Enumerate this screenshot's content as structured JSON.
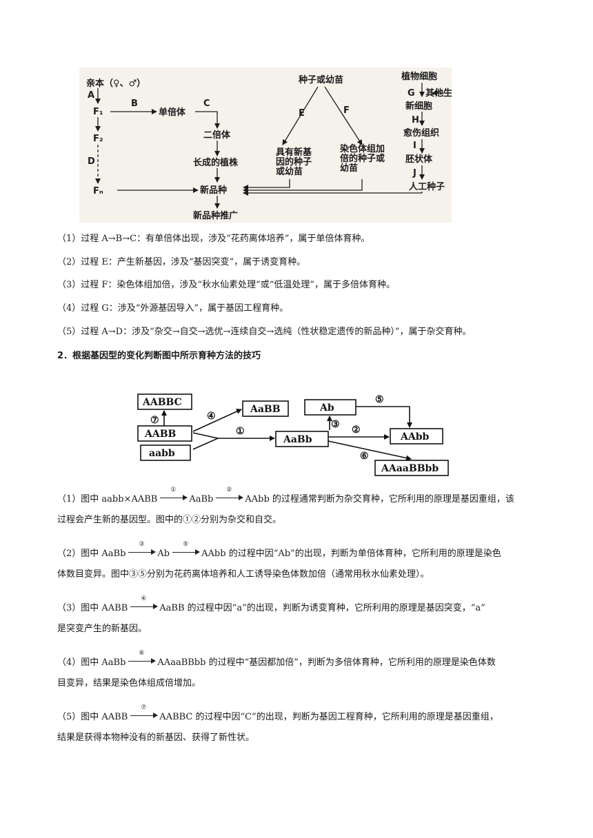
{
  "figure1": {
    "parent": "亲本（♀、♂）",
    "f1": "F₁",
    "f2": "F₂",
    "fn": "Fₙ",
    "A": "A",
    "B": "B",
    "C": "C",
    "D": "D",
    "E": "E",
    "F": "F",
    "G": "G",
    "H": "H",
    "I": "I",
    "J": "J",
    "haploid": "单倍体",
    "diploid": "二倍体",
    "mature_plant": "长成的植株",
    "new_variety": "新品种",
    "promotion": "新品种推广",
    "seed_or_seedling": "种子或幼苗",
    "new_gene_seed": [
      "具有新基",
      "因的种子",
      "或幼苗"
    ],
    "doubled_seed": [
      "染色体组加",
      "倍的种子或",
      "幼苗"
    ],
    "plant_cell": "植物细胞",
    "other_gene": "其他生物基因",
    "new_cell": "新细胞",
    "callus": "愈伤组织",
    "embryoid": "胚状体",
    "artificial_seed": "人工种子"
  },
  "section1_items": [
    "（1）过程 A→B→C：有单倍体出现，涉及“花药离体培养”，属于单倍体育种。",
    "（2）过程 E：产生新基因，涉及“基因突变”，属于诱变育种。",
    "（3）过程 F：染色体组加倍，涉及“秋水仙素处理”或“低温处理”，属于多倍体育种。",
    "（4）过程 G：涉及“外源基因导入”，属于基因工程育种。",
    "（5）过程 A→D：涉及“杂交→自交→选优→连续自交→选纯（性状稳定遗传的新品种）”，属于杂交育种。"
  ],
  "heading2": "2．根据基因型的变化判断图中所示育种方法的技巧",
  "figure2": {
    "AABBC": "AABBC",
    "AABB": "AABB",
    "aabb": "aabb",
    "AaBB": "AaBB",
    "AaBb": "AaBb",
    "Ab": "Ab",
    "AAbb": "AAbb",
    "AAaaBBbb": "AAaaBBbb",
    "n1": "①",
    "n2": "②",
    "n3": "③",
    "n4": "④",
    "n5": "⑤",
    "n6": "⑥",
    "n7": "⑦"
  },
  "section2": {
    "p1": {
      "a": "（1）图中 aabb×AABB",
      "c1": "①",
      "b": "AaBb",
      "c2": "②",
      "c": "AAbb 的过程通常判断为杂交育种，它所利用的原理是基因重组，该",
      "d": "过程会产生新的基因型。图中的①②分别为杂交和自交。"
    },
    "p2": {
      "a": "（2）图中 AaBb",
      "c1": "③",
      "b": "Ab",
      "c2": "⑤",
      "c": "AAbb 的过程中因“Ab”的出现，判断为单倍体育种，它所利用的原理是染色",
      "d": "体数目变异。图中③⑤分别为花药离体培养和人工诱导染色体数加倍（通常用秋水仙素处理）。"
    },
    "p3": {
      "a": "（3）图中 AABB",
      "c1": "④",
      "c": "AaBB 的过程中因“a”的出现，判断为诱变育种，它所利用的原理是基因突变，“a”",
      "d": "是突变产生的新基因。"
    },
    "p4": {
      "a": "（4）图中 AaBb",
      "c1": "⑥",
      "c": "AAaaBBbb 的过程中“基因都加倍”，判断为多倍体育种，它所利用的原理是染色体数",
      "d": "目变异，结果是染色体组成倍增加。"
    },
    "p5": {
      "a": "（5）图中 AABB",
      "c1": "⑦",
      "c": "AABBC 的过程中因“C”的出现，判断为基因工程育种，它所利用的原理是基因重组，",
      "d": "结果是获得本物种没有的新基因、获得了新性状。"
    }
  }
}
